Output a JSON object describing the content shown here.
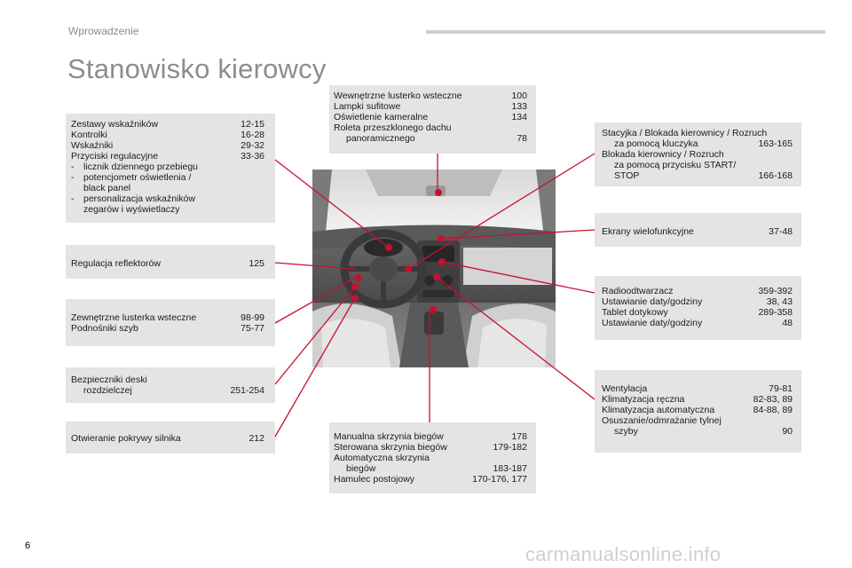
{
  "header": {
    "section": "Wprowadzenie"
  },
  "title": "Stanowisko kierowcy",
  "boxes": {
    "zestawy": {
      "rows": [
        {
          "label": "Zestawy wskaźników",
          "pages": "12-15"
        },
        {
          "label": "Kontrolki",
          "pages": "16-28"
        },
        {
          "label": "Wskaźniki",
          "pages": "29-32"
        },
        {
          "label": "Przyciski regulacyjne",
          "pages": "33-36"
        }
      ],
      "bullets": [
        {
          "dash": "-",
          "lines": [
            "licznik dziennego przebiegu"
          ]
        },
        {
          "dash": "-",
          "lines": [
            "potencjometr oświetlenia /",
            "black panel"
          ]
        },
        {
          "dash": "-",
          "lines": [
            "personalizacja wskaźników",
            "zegarów i wyświetlaczy"
          ]
        }
      ]
    },
    "reflektory": {
      "rows": [
        {
          "label": "Regulacja reflektorów",
          "pages": "125"
        }
      ]
    },
    "lusterka": {
      "rows": [
        {
          "label": "Zewnętrzne lusterka wsteczne",
          "pages": "98-99"
        },
        {
          "label": "Podnośniki szyb",
          "pages": "75-77"
        }
      ]
    },
    "bezpieczniki": {
      "rows": [
        {
          "label": "Bezpieczniki deski",
          "pages": ""
        },
        {
          "label": "rozdzielczej",
          "pages": "251-254"
        }
      ]
    },
    "pokrywa": {
      "rows": [
        {
          "label": "Otwieranie pokrywy silnika",
          "pages": "212"
        }
      ]
    },
    "lusterko_wew": {
      "rows": [
        {
          "label": "Wewnętrzne lusterko wsteczne",
          "pages": "100"
        },
        {
          "label": "Lampki sufitowe",
          "pages": "133"
        },
        {
          "label": "Oświetlenie kameralne",
          "pages": "134"
        },
        {
          "label": "Roleta przeszklonego dachu",
          "pages": ""
        },
        {
          "label": "panoramicznego",
          "pages": "78"
        }
      ]
    },
    "skrzynia": {
      "rows": [
        {
          "label": "Manualna skrzynia biegów",
          "pages": "178"
        },
        {
          "label": "Sterowana skrzynia biegów",
          "pages": "179-182"
        },
        {
          "label": "Automatyczna skrzynia",
          "pages": ""
        },
        {
          "label": "biegów",
          "pages": "183-187"
        },
        {
          "label": "Hamulec postojowy",
          "pages": "170-176, 177"
        }
      ]
    },
    "stacyjka": {
      "rows": [
        {
          "label": "Stacyjka / Blokada kierownicy / Rozruch",
          "pages": ""
        },
        {
          "label": "za pomocą kluczyka",
          "pages": "163-165"
        },
        {
          "label": "Blokada kierownicy / Rozruch",
          "pages": ""
        },
        {
          "label": "za pomocą przycisku START/",
          "pages": ""
        },
        {
          "label": "STOP",
          "pages": "166-168"
        }
      ]
    },
    "ekrany": {
      "rows": [
        {
          "label": "Ekrany wielofunkcyjne",
          "pages": "37-48"
        }
      ]
    },
    "radio": {
      "rows": [
        {
          "label": "Radioodtwarzacz",
          "pages": "359-392"
        },
        {
          "label": "Ustawianie daty/godziny",
          "pages": "38, 43"
        },
        {
          "label": "Tablet dotykowy",
          "pages": "289-358"
        },
        {
          "label": "Ustawianie daty/godziny",
          "pages": "48"
        }
      ]
    },
    "wentylacja": {
      "rows": [
        {
          "label": "Wentylacja",
          "pages": "79-81"
        },
        {
          "label": "Klimatyzacja ręczna",
          "pages": "82-83, 89"
        },
        {
          "label": "Klimatyzacja automatyczna",
          "pages": "84-88, 89"
        },
        {
          "label": "Osuszanie/odmrażanie tylnej",
          "pages": ""
        },
        {
          "label": "szyby",
          "pages": "90"
        }
      ]
    }
  },
  "page_number": "6",
  "watermark": "carmanualsonline.info",
  "colors": {
    "leader": "#c8102e",
    "box": "#e4e4e4",
    "title": "#8d8d8d"
  }
}
